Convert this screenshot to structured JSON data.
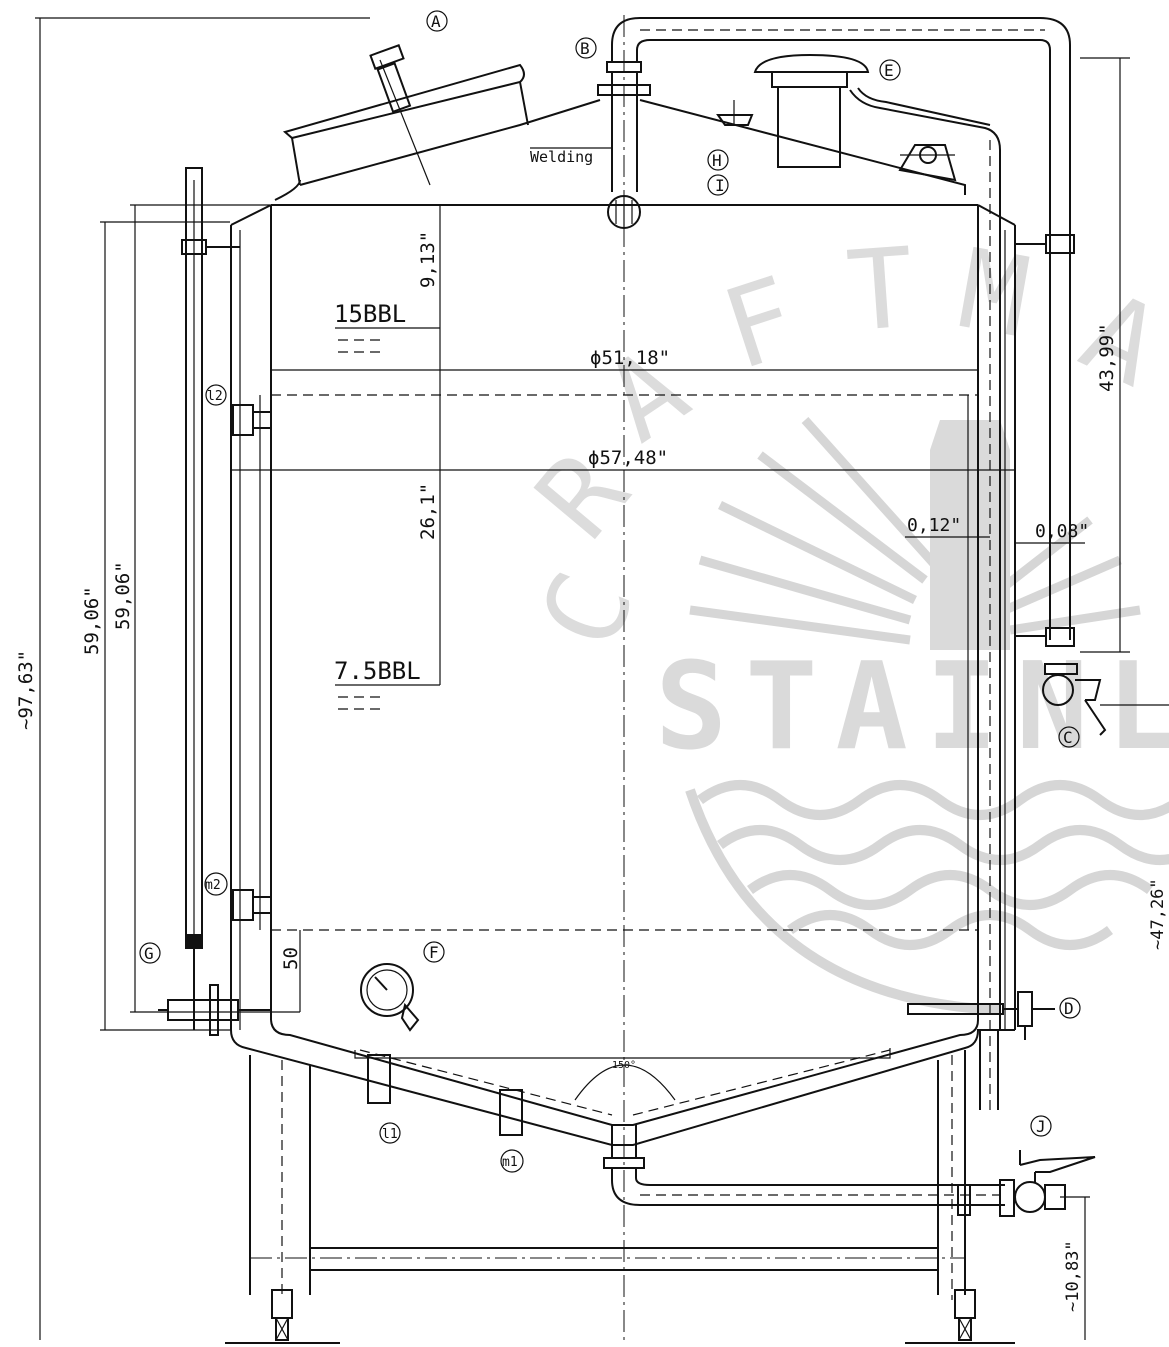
{
  "watermark": {
    "arc_letters": [
      "C",
      "R",
      "A",
      "F",
      "T",
      "M",
      "A"
    ],
    "word": "STAINLESS",
    "color": "#d8d8d8"
  },
  "callouts": {
    "A": "A",
    "B": "B",
    "C": "C",
    "D": "D",
    "E": "E",
    "F": "F",
    "G": "G",
    "H": "H",
    "I": "I",
    "J": "J",
    "l1": "l1",
    "l2": "l2",
    "m1": "m1",
    "m2": "m2"
  },
  "labels": {
    "welding": "Welding",
    "bbl_15": "15BBL",
    "bbl_7_5": "7.5BBL",
    "cone_angle": "150°"
  },
  "dimensions": {
    "overall_height": "~97,63\"",
    "cylinder_height_outer": "59,06\"",
    "cylinder_height_inner": "59,06\"",
    "top_to_15bbl": "9,13\"",
    "bbl_15_to_7_5": "26,1\"",
    "inner_diameter": "ϕ51,18\"",
    "outer_diameter": "ϕ57,48\"",
    "wall_inner": "0,12\"",
    "wall_outer": "0,08\"",
    "blowoff_pipe_height": "43,99\"",
    "outlet_height": "~47,26\"",
    "drain_valve_height": "~10,83\"",
    "bottom_offset": "50"
  }
}
